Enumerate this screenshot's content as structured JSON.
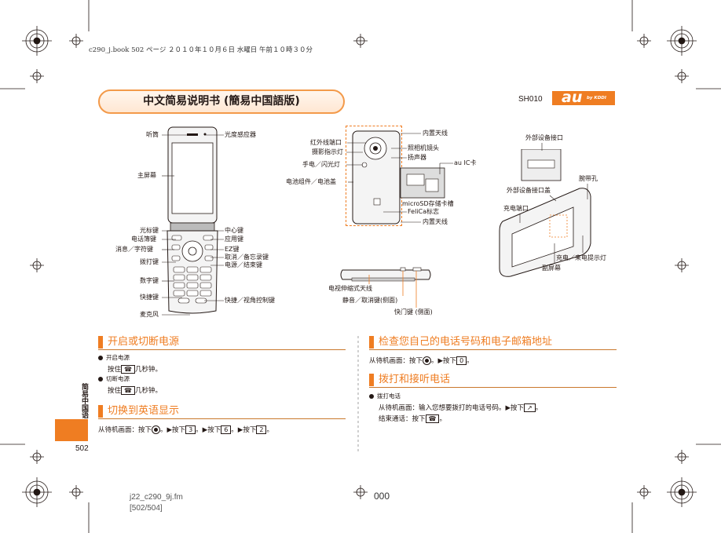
{
  "header": {
    "line": "c290_j.book  502 ページ  ２０１０年１０月６日  水曜日  午前１０時３０分"
  },
  "title": "中文简易说明书 (簡易中国語版)",
  "model": "SH010",
  "brand": {
    "logo": "au",
    "sub": "by KDDI"
  },
  "phone_front_labels": {
    "left": [
      "听筒",
      "主屏幕",
      "光标键",
      "电话簿键",
      "消息／字符键",
      "拨打键",
      "数字键",
      "快捷键",
      "麦克风"
    ],
    "right": [
      "光度感应器",
      "中心键",
      "应用键",
      "EZ键",
      "取消／备忘录键",
      "电源／结束键",
      "快捷／视角控制键"
    ]
  },
  "phone_back_labels": {
    "left": [
      "红外线端口",
      "摄影指示灯",
      "手电／闪光灯",
      "电池组件／电池盖"
    ],
    "right": [
      "内置天线",
      "照相机镜头",
      "扬声器",
      "au IC卡",
      "microSD存储卡槽",
      "FeliCa标志",
      "内置天线"
    ]
  },
  "phone_side_labels": [
    "电视伸缩式天线",
    "静音／取消键(侧面)",
    "快门键 (侧面)"
  ],
  "phone_closed_labels": [
    "外部设备接口",
    "腕带孔",
    "外部设备接口盖",
    "充电端口",
    "充电／来电提示灯",
    "副屏幕"
  ],
  "sections": {
    "power": {
      "title": "开启或切断电源",
      "on_title": "开启电源",
      "on_pre": "按住",
      "on_key": "☎",
      "on_post": "几秒钟。",
      "off_title": "切断电源",
      "off_pre": "按住",
      "off_key": "☎",
      "off_post": "几秒钟。"
    },
    "english": {
      "title": "切换到英语显示",
      "pre": "从待机画面：按下",
      "mid1": "。▶按下",
      "k1": "3",
      "mid2": "。▶按下",
      "k2": "6",
      "mid3": "。▶按下",
      "k3": "2",
      "post": "。"
    },
    "check": {
      "title": "检查您自己的电话号码和电子邮箱地址",
      "pre": "从待机画面：按下",
      "mid": "。▶按下",
      "k1": "0",
      "post": "。"
    },
    "call": {
      "title": "拨打和接听电话",
      "sub": "拨打电话",
      "line1_pre": "从待机画面：输入您想要拨打的电话号码。▶按下",
      "line1_key": "↗",
      "line1_post": "。",
      "line2_pre": "结束通话：按下",
      "line2_key": "☎",
      "line2_post": "。"
    }
  },
  "side_tab": "简易中国语",
  "page_number": "502",
  "footer": {
    "file": "j22_c290_9j.fm",
    "pages": "[502/504]",
    "code": "000"
  },
  "colors": {
    "accent": "#ef7d22",
    "title_border": "#f39a4a",
    "text": "#231815"
  }
}
